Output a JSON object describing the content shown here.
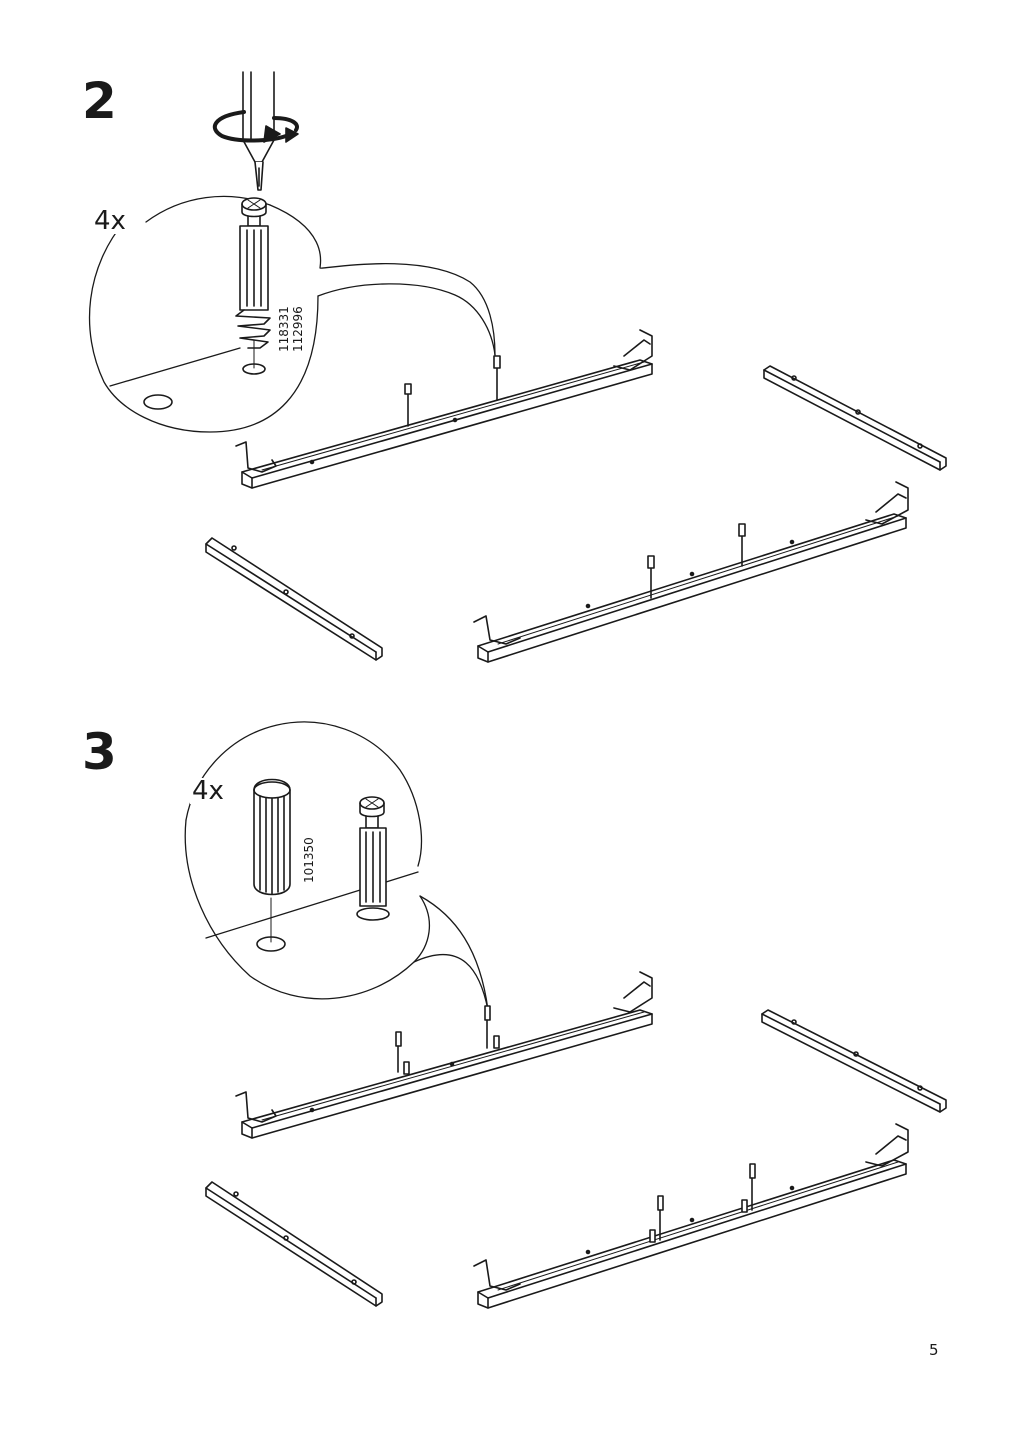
{
  "steps": [
    {
      "number": "2",
      "quantity": "4x",
      "part_codes": [
        "118331",
        "112996"
      ]
    },
    {
      "number": "3",
      "quantity": "4x",
      "part_codes": [
        "101350"
      ]
    }
  ],
  "page_number": "5",
  "icons": {
    "step2": [
      "screwdriver-icon",
      "rotation-arrow-icon",
      "cam-bolt-icon",
      "frame-rail-icon",
      "end-board-icon"
    ],
    "step3": [
      "wooden-dowel-icon",
      "cam-bolt-icon",
      "frame-rail-icon",
      "end-board-icon"
    ]
  },
  "colors": {
    "line": "#1a1a1a",
    "background": "#ffffff"
  }
}
